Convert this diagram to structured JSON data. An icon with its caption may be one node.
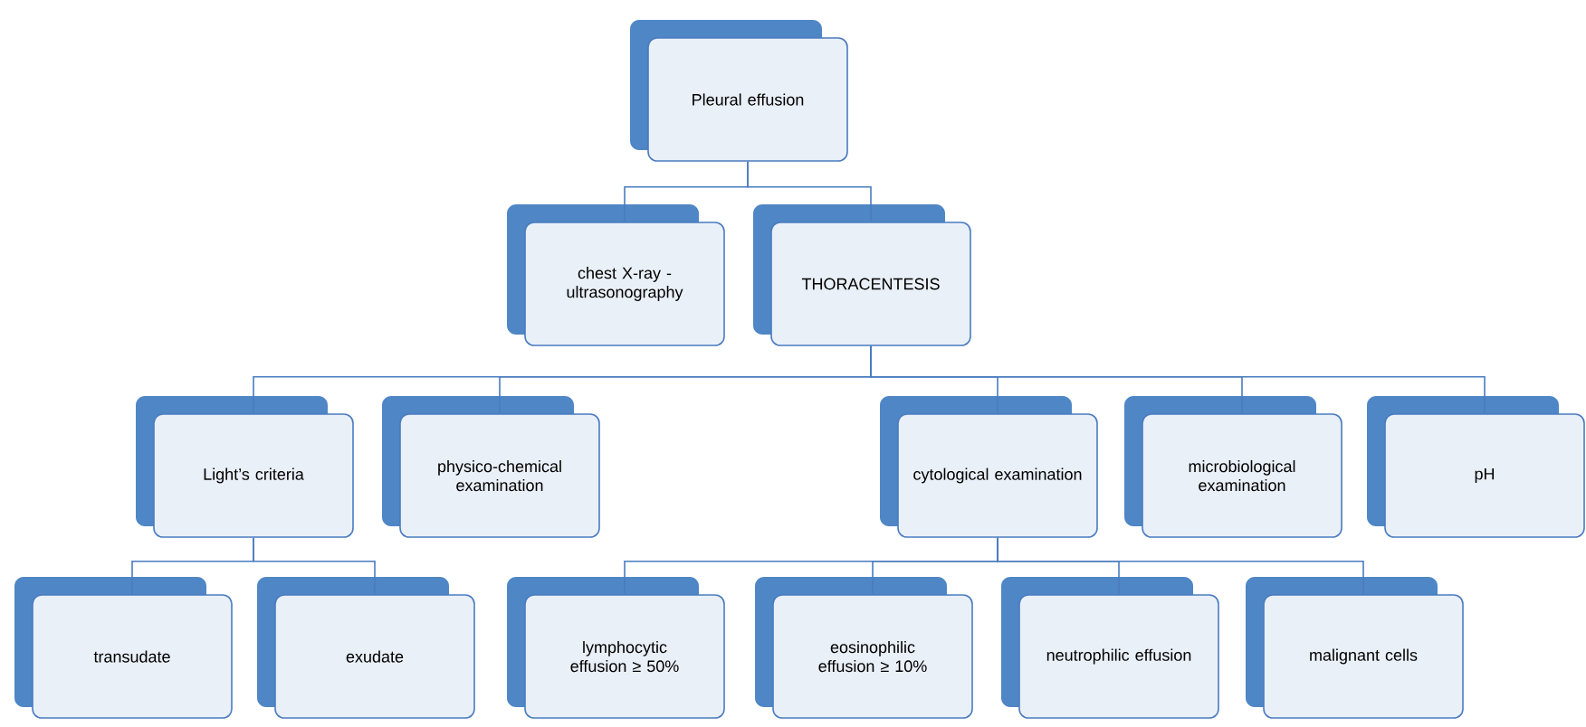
{
  "diagram": {
    "nodes": [
      {
        "text": [
          "Pleural effusion"
        ]
      },
      {
        "text": [
          "chest X-ray - ultrasonography"
        ]
      },
      {
        "text": [
          "THORACENTESIS"
        ]
      },
      {
        "text": [
          "Light’s criteria"
        ]
      },
      {
        "text": [
          "physico-chemical examination"
        ]
      },
      {
        "text": [
          "cytological examination"
        ]
      },
      {
        "text": [
          "microbiological examination"
        ]
      },
      {
        "text": [
          "pH"
        ]
      },
      {
        "text": [
          "transudate"
        ]
      },
      {
        "text": [
          "exudate"
        ]
      },
      {
        "text": [
          "lymphocytic effusion ≥ 50%"
        ]
      },
      {
        "text": [
          "eosinophilic effusion ≥ 10%"
        ]
      },
      {
        "text": [
          "neutrophilic effusion"
        ]
      },
      {
        "text": [
          "malignant cells"
        ]
      }
    ],
    "edges": [
      {
        "from": 0,
        "to": 1,
        "arrow": "none"
      },
      {
        "from": 0,
        "to": 2,
        "arrow": "none"
      },
      {
        "from": 2,
        "to": 3,
        "arrow": "none"
      },
      {
        "from": 2,
        "to": 4,
        "arrow": "none"
      },
      {
        "from": 2,
        "to": 5,
        "arrow": "none"
      },
      {
        "from": 2,
        "to": 6,
        "arrow": "none"
      },
      {
        "from": 2,
        "to": 7,
        "arrow": "none"
      },
      {
        "from": 3,
        "to": 8,
        "arrow": "none"
      },
      {
        "from": 3,
        "to": 9,
        "arrow": "none"
      },
      {
        "from": 5,
        "to": 10,
        "arrow": "none"
      },
      {
        "from": 5,
        "to": 11,
        "arrow": "none"
      },
      {
        "from": 5,
        "to": 12,
        "arrow": "none"
      },
      {
        "from": 5,
        "to": 13,
        "arrow": "none"
      }
    ]
  }
}
